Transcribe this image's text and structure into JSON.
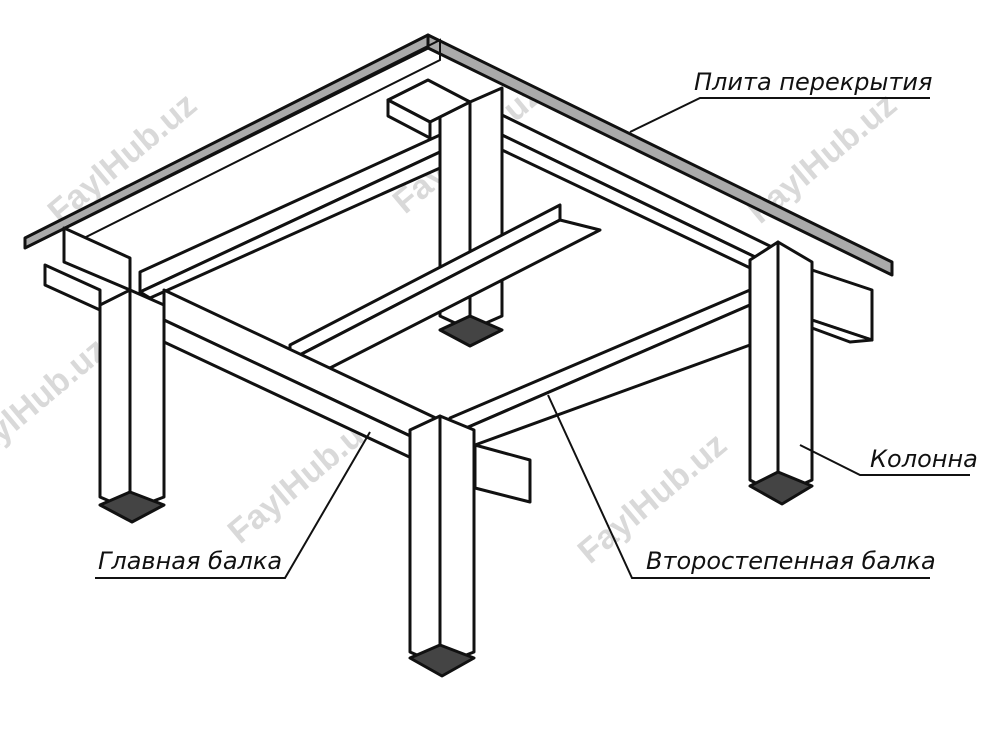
{
  "labels": {
    "slab": "Плита перекрытия",
    "column": "Колонна",
    "main_beam": "Главная балка",
    "secondary_beam": "Второстепенная балка"
  },
  "watermark": "FaylHub.uz",
  "colors": {
    "line": "#111111",
    "slab_edge": "#aaaaaa",
    "column_end": "#444444",
    "watermark": "#d9d9d9"
  }
}
